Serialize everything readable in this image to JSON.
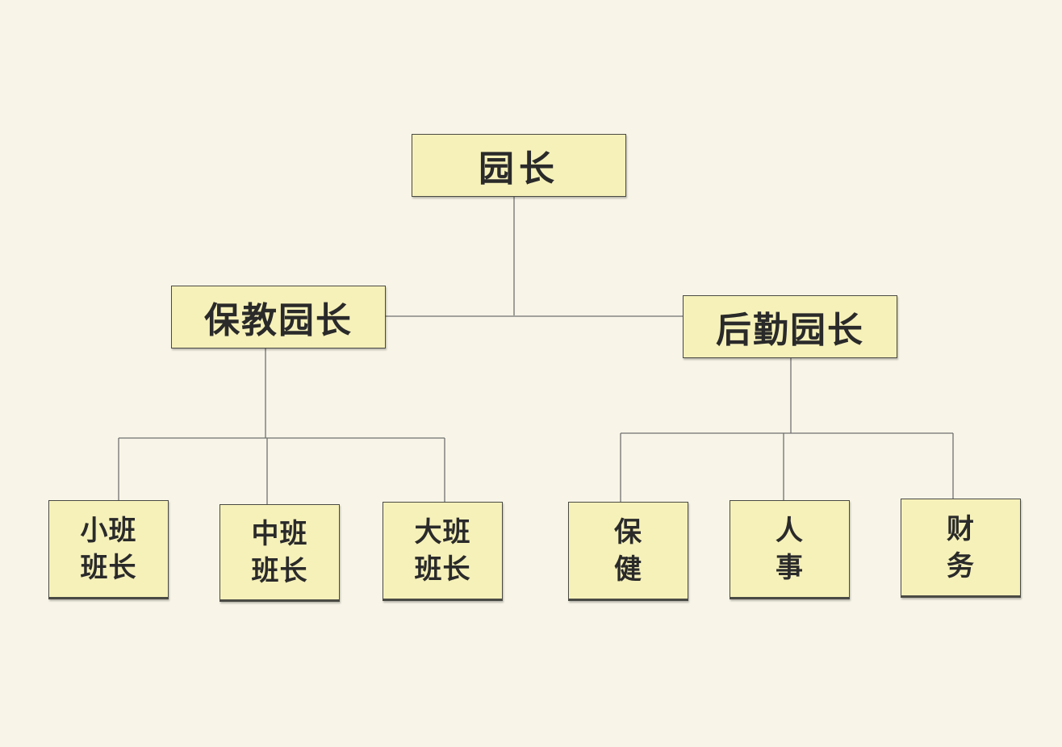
{
  "diagram": {
    "root": {
      "label": "园长"
    },
    "branches": [
      {
        "label": "保教园长",
        "children": [
          {
            "line1": "小班",
            "line2": "班长"
          },
          {
            "line1": "中班",
            "line2": "班长"
          },
          {
            "line1": "大班",
            "line2": "班长"
          }
        ]
      },
      {
        "label": "后勤园长",
        "children": [
          {
            "line1": "保",
            "line2": "健"
          },
          {
            "line1": "人",
            "line2": "事"
          },
          {
            "line1": "财",
            "line2": "务"
          }
        ]
      }
    ]
  }
}
